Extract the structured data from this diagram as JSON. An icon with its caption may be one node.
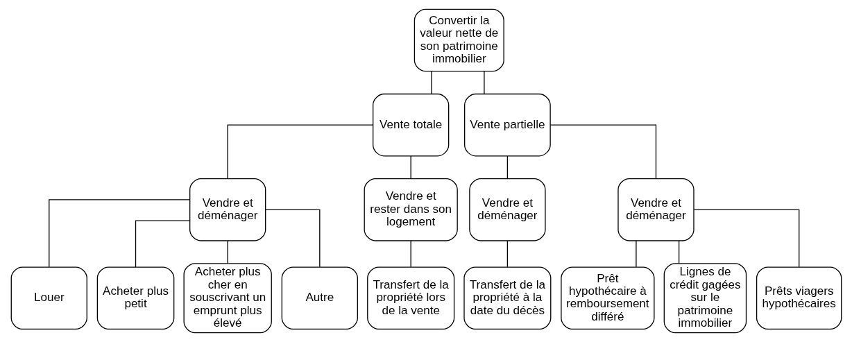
{
  "diagram": {
    "nodes": [
      {
        "text": [
          "Convertir la valeur nette de son patrimoine immobilier"
        ]
      },
      {
        "text": [
          "Vente totale"
        ]
      },
      {
        "text": [
          "Vente partielle"
        ]
      },
      {
        "text": [
          "Vendre et déménager"
        ]
      },
      {
        "text": [
          "Vendre et rester dans son logement"
        ]
      },
      {
        "text": [
          "Vendre et déménager"
        ]
      },
      {
        "text": [
          "Vendre et déménager"
        ]
      },
      {
        "text": [
          "Louer"
        ]
      },
      {
        "text": [
          "Acheter plus petit"
        ]
      },
      {
        "text": [
          "Acheter plus cher en souscrivant un emprunt plus élevé"
        ]
      },
      {
        "text": [
          "Autre"
        ]
      },
      {
        "text": [
          "Transfert de la propriété lors de la vente"
        ]
      },
      {
        "text": [
          "Transfert de la propriété à la date du décès"
        ]
      },
      {
        "text": [
          "Prêt hypothécaire à remboursement différé"
        ]
      },
      {
        "text": [
          "Lignes de crédit gagées sur le patrimoine immobilier"
        ]
      },
      {
        "text": [
          "Prêts viagers hypothécaires"
        ]
      }
    ],
    "edges": [
      {
        "from": 0,
        "to": 1,
        "arrow": "none"
      },
      {
        "from": 0,
        "to": 2,
        "arrow": "none"
      },
      {
        "from": 1,
        "to": 3,
        "arrow": "none"
      },
      {
        "from": 1,
        "to": 4,
        "arrow": "none"
      },
      {
        "from": 2,
        "to": 5,
        "arrow": "none"
      },
      {
        "from": 2,
        "to": 6,
        "arrow": "none"
      },
      {
        "from": 3,
        "to": 7,
        "arrow": "none"
      },
      {
        "from": 3,
        "to": 8,
        "arrow": "none"
      },
      {
        "from": 3,
        "to": 9,
        "arrow": "none"
      },
      {
        "from": 3,
        "to": 10,
        "arrow": "none"
      },
      {
        "from": 4,
        "to": 11,
        "arrow": "none"
      },
      {
        "from": 5,
        "to": 12,
        "arrow": "none"
      },
      {
        "from": 6,
        "to": 13,
        "arrow": "none"
      },
      {
        "from": 6,
        "to": 14,
        "arrow": "none"
      },
      {
        "from": 6,
        "to": 15,
        "arrow": "none"
      }
    ]
  }
}
